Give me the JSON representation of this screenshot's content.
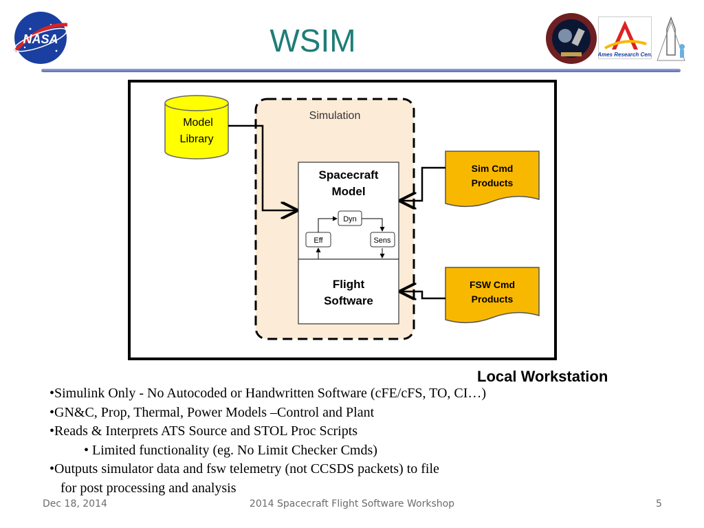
{
  "slide": {
    "title": "WSIM",
    "agency_logo_text": "NASA",
    "partner_logo_text": "Ames Research Cen.",
    "colors": {
      "title": "#1f7d78",
      "sim_box": "#fcebd6",
      "products": "#f9b800",
      "model_library": "#ffff00"
    }
  },
  "diagram": {
    "model_library": [
      "Model",
      "Library"
    ],
    "simulation_label": "Simulation",
    "spacecraft_model": [
      "Spacecraft",
      "Model"
    ],
    "dyn": "Dyn",
    "eff": "Eff",
    "sens": "Sens",
    "flight_software": [
      "Flight",
      "Software"
    ],
    "sim_cmd_products": [
      "Sim Cmd",
      "Products"
    ],
    "fsw_cmd_products": [
      "FSW Cmd",
      "Products"
    ],
    "workstation_label": "Local Workstation"
  },
  "bullets": {
    "b1": "•Simulink Only - No Autocoded or Handwritten Software (cFE/cFS, TO, CI…)",
    "b2": "•GN&C, Prop, Thermal, Power Models –Control and Plant",
    "b3": "•Reads & Interprets ATS Source and STOL Proc Scripts",
    "b3_sub": "•    Limited functionality (eg. No Limit Checker Cmds)",
    "b4": "•Outputs simulator data and fsw telemetry (not CCSDS packets)  to file",
    "b4_cont": "for post processing and analysis"
  },
  "footer": {
    "date": "Dec 18, 2014",
    "event": "2014 Spacecraft Flight Software Workshop",
    "page": "5"
  }
}
